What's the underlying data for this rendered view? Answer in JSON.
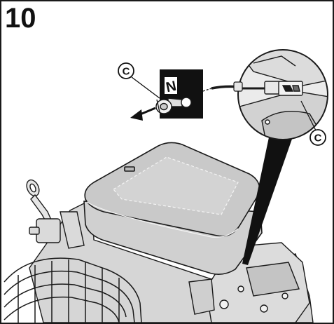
{
  "step": {
    "number": "10"
  },
  "callouts": {
    "left_label": "C",
    "right_label": "C"
  },
  "icons": {
    "neutral_symbol": "N",
    "direction_arrow": "arrow-left-icon",
    "sensor_connector": "connector-icon"
  },
  "colors": {
    "line": "#1a1a1a",
    "engine_fill": "#e2e2e2",
    "engine_top": "#c9c9c9",
    "background": "#ffffff"
  }
}
